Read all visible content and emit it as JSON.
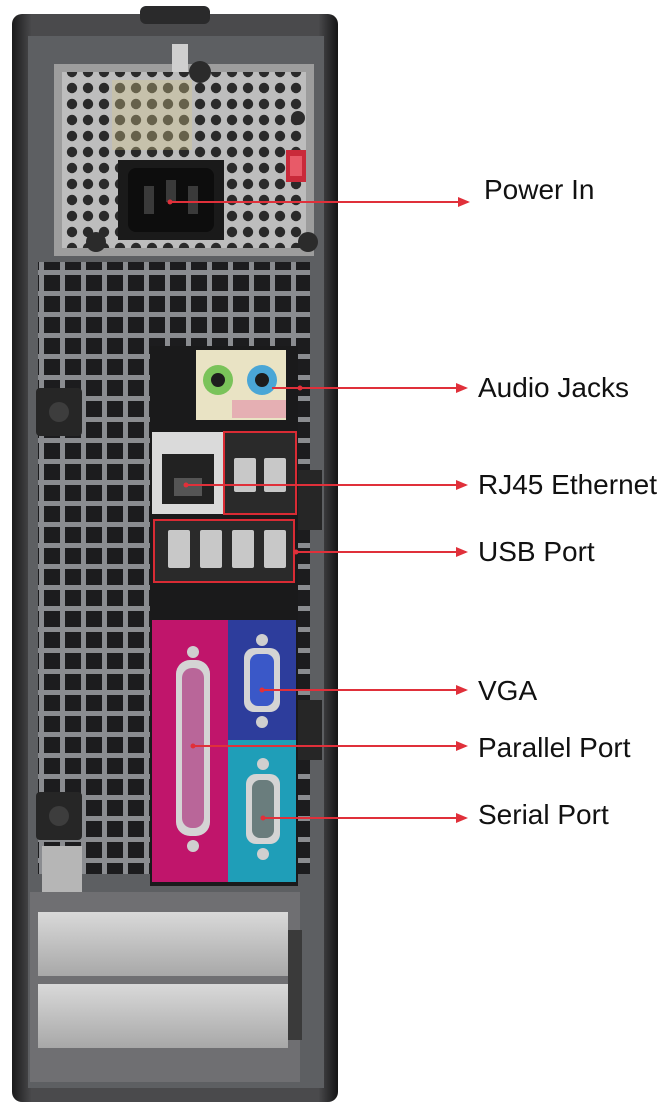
{
  "colors": {
    "callout_line": "#e0303a",
    "chassis": "#3b3b3d",
    "panel": "#5d5f62",
    "psu_mesh": "#c9c9c9",
    "audio_panel": "#e9e3c4",
    "mic_jack": "#7ac35a",
    "line_out_jack": "#4aa6d6",
    "parallel_panel": "#c0156b",
    "vga_panel": "#2d3d9c",
    "serial_panel": "#1f9eb8"
  },
  "icons": {
    "power": "power-socket-icon",
    "network": "network-icon",
    "usb": "usb-icon"
  },
  "callouts": [
    {
      "id": "power-in",
      "label": "Power In"
    },
    {
      "id": "audio-jacks",
      "label": "Audio Jacks"
    },
    {
      "id": "rj45-ethernet",
      "label": "RJ45 Ethernet"
    },
    {
      "id": "usb-port",
      "label": "USB Port"
    },
    {
      "id": "vga",
      "label": "VGA"
    },
    {
      "id": "parallel-port",
      "label": "Parallel Port"
    },
    {
      "id": "serial-port",
      "label": "Serial Port"
    }
  ]
}
